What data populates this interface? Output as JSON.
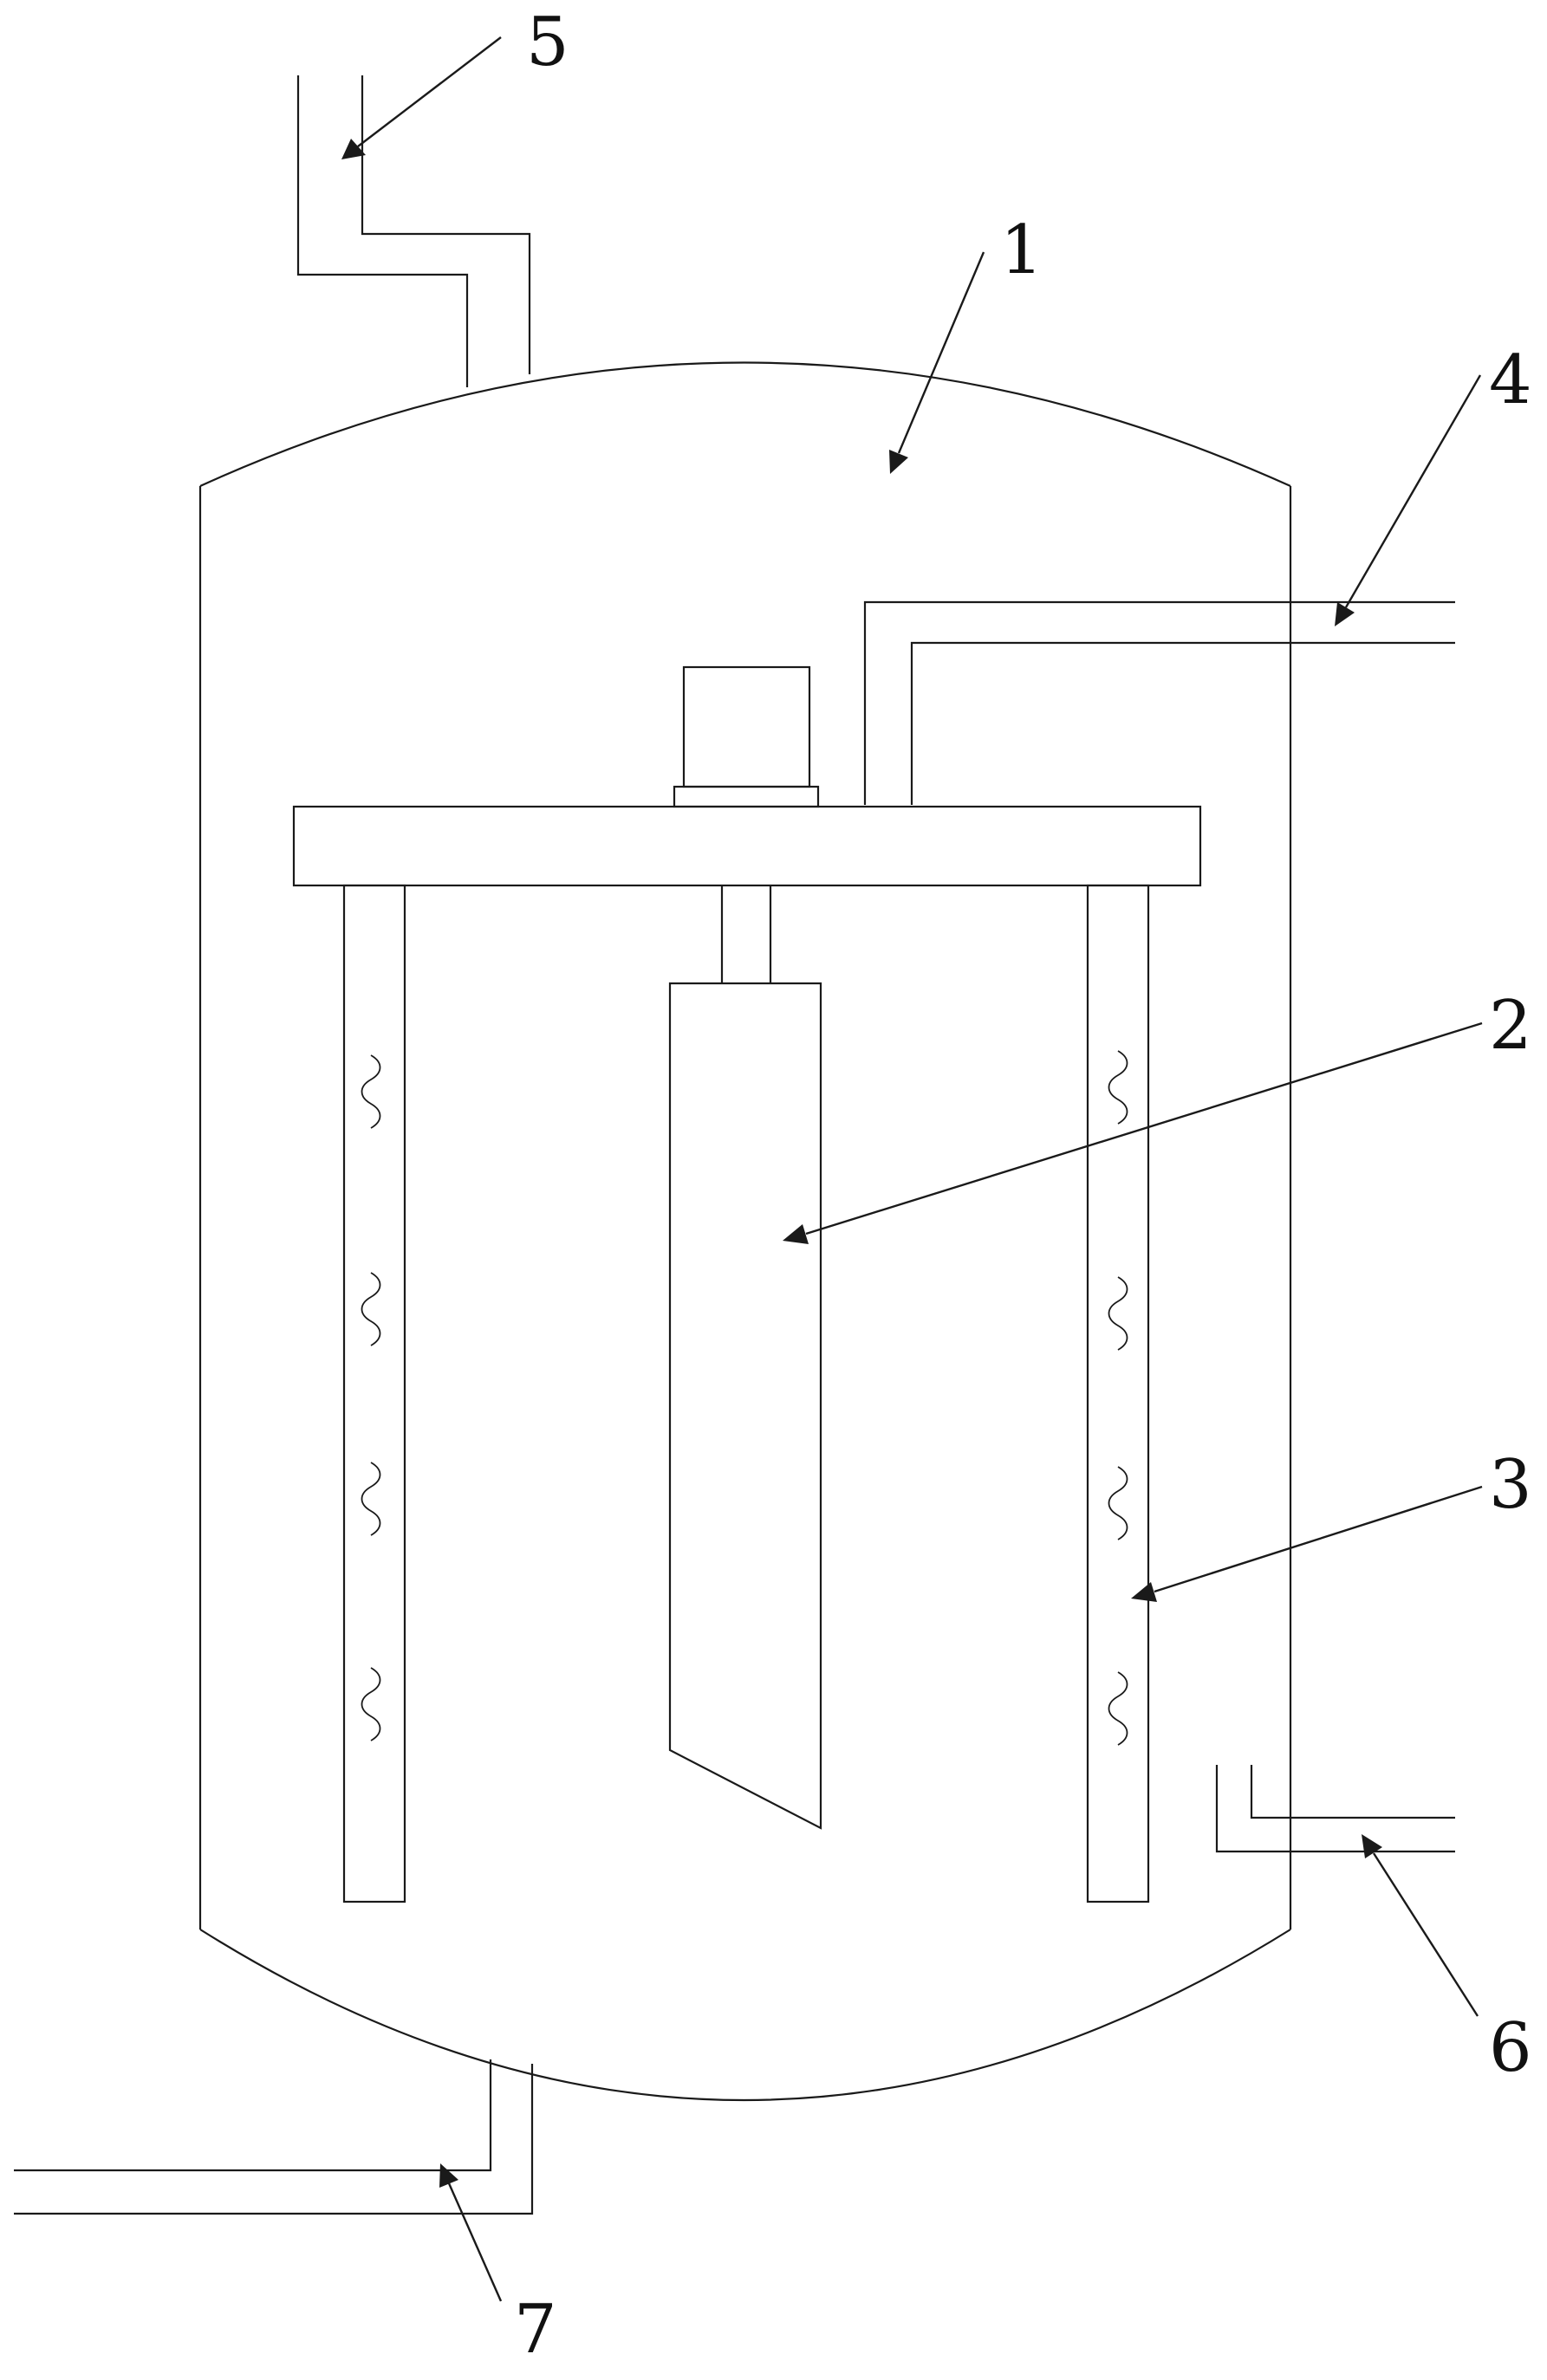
{
  "labels": {
    "tank": "1",
    "agitator": "2",
    "heating_tube": "3",
    "upper_right_pipe": "4",
    "top_pipe": "5",
    "lower_right_pipe": "6",
    "bottom_pipe": "7"
  }
}
